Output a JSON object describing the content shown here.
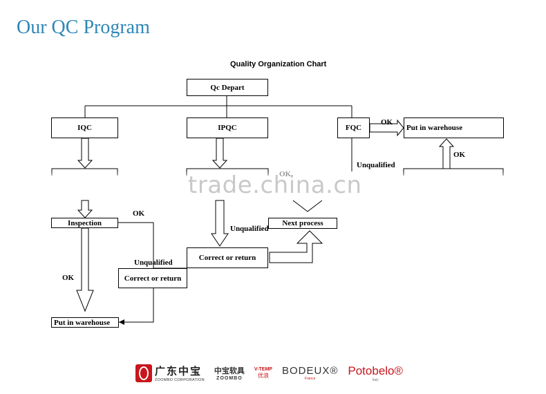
{
  "page": {
    "title": "Our QC Program"
  },
  "chart": {
    "title": "Quality Organization Chart",
    "boxes": {
      "qc_depart": "Qc Depart",
      "iqc": "IQC",
      "ipqc": "IPQC",
      "fqc": "FQC",
      "put_in_warehouse_right": "Put in warehouse",
      "inspection": "Inspection",
      "next_process": "Next process",
      "correct_or_return_center": "Correct or return",
      "correct_or_return_left": "Correct or return",
      "put_in_warehouse_bottom": "Put in warehouse"
    },
    "labels": {
      "ok_fqc": "OK",
      "unqualified_fqc": "Unqualified",
      "ok_right": "OK",
      "ok_faint": "OK",
      "ok_inspection": "OK",
      "unqualified_left": "Unqualified",
      "unqualified_ipqc": "Unqualified",
      "ok_bottom": "OK"
    }
  },
  "watermark": "trade.china.cn",
  "logos": {
    "zoombo_cn": "广东中宝",
    "zoombo_en": "ZOOMBO CORPORATION",
    "zoombo2_cn": "中宝软具",
    "zoombo2_en": "ZOOMBO",
    "vtemp_a": "V-TEMP",
    "vtemp_b": "优浪",
    "bodeux": "BODEUX®",
    "bodeux_sub": "France",
    "potobelo": "Potobelo®",
    "potobelo_sub": "Italy"
  }
}
